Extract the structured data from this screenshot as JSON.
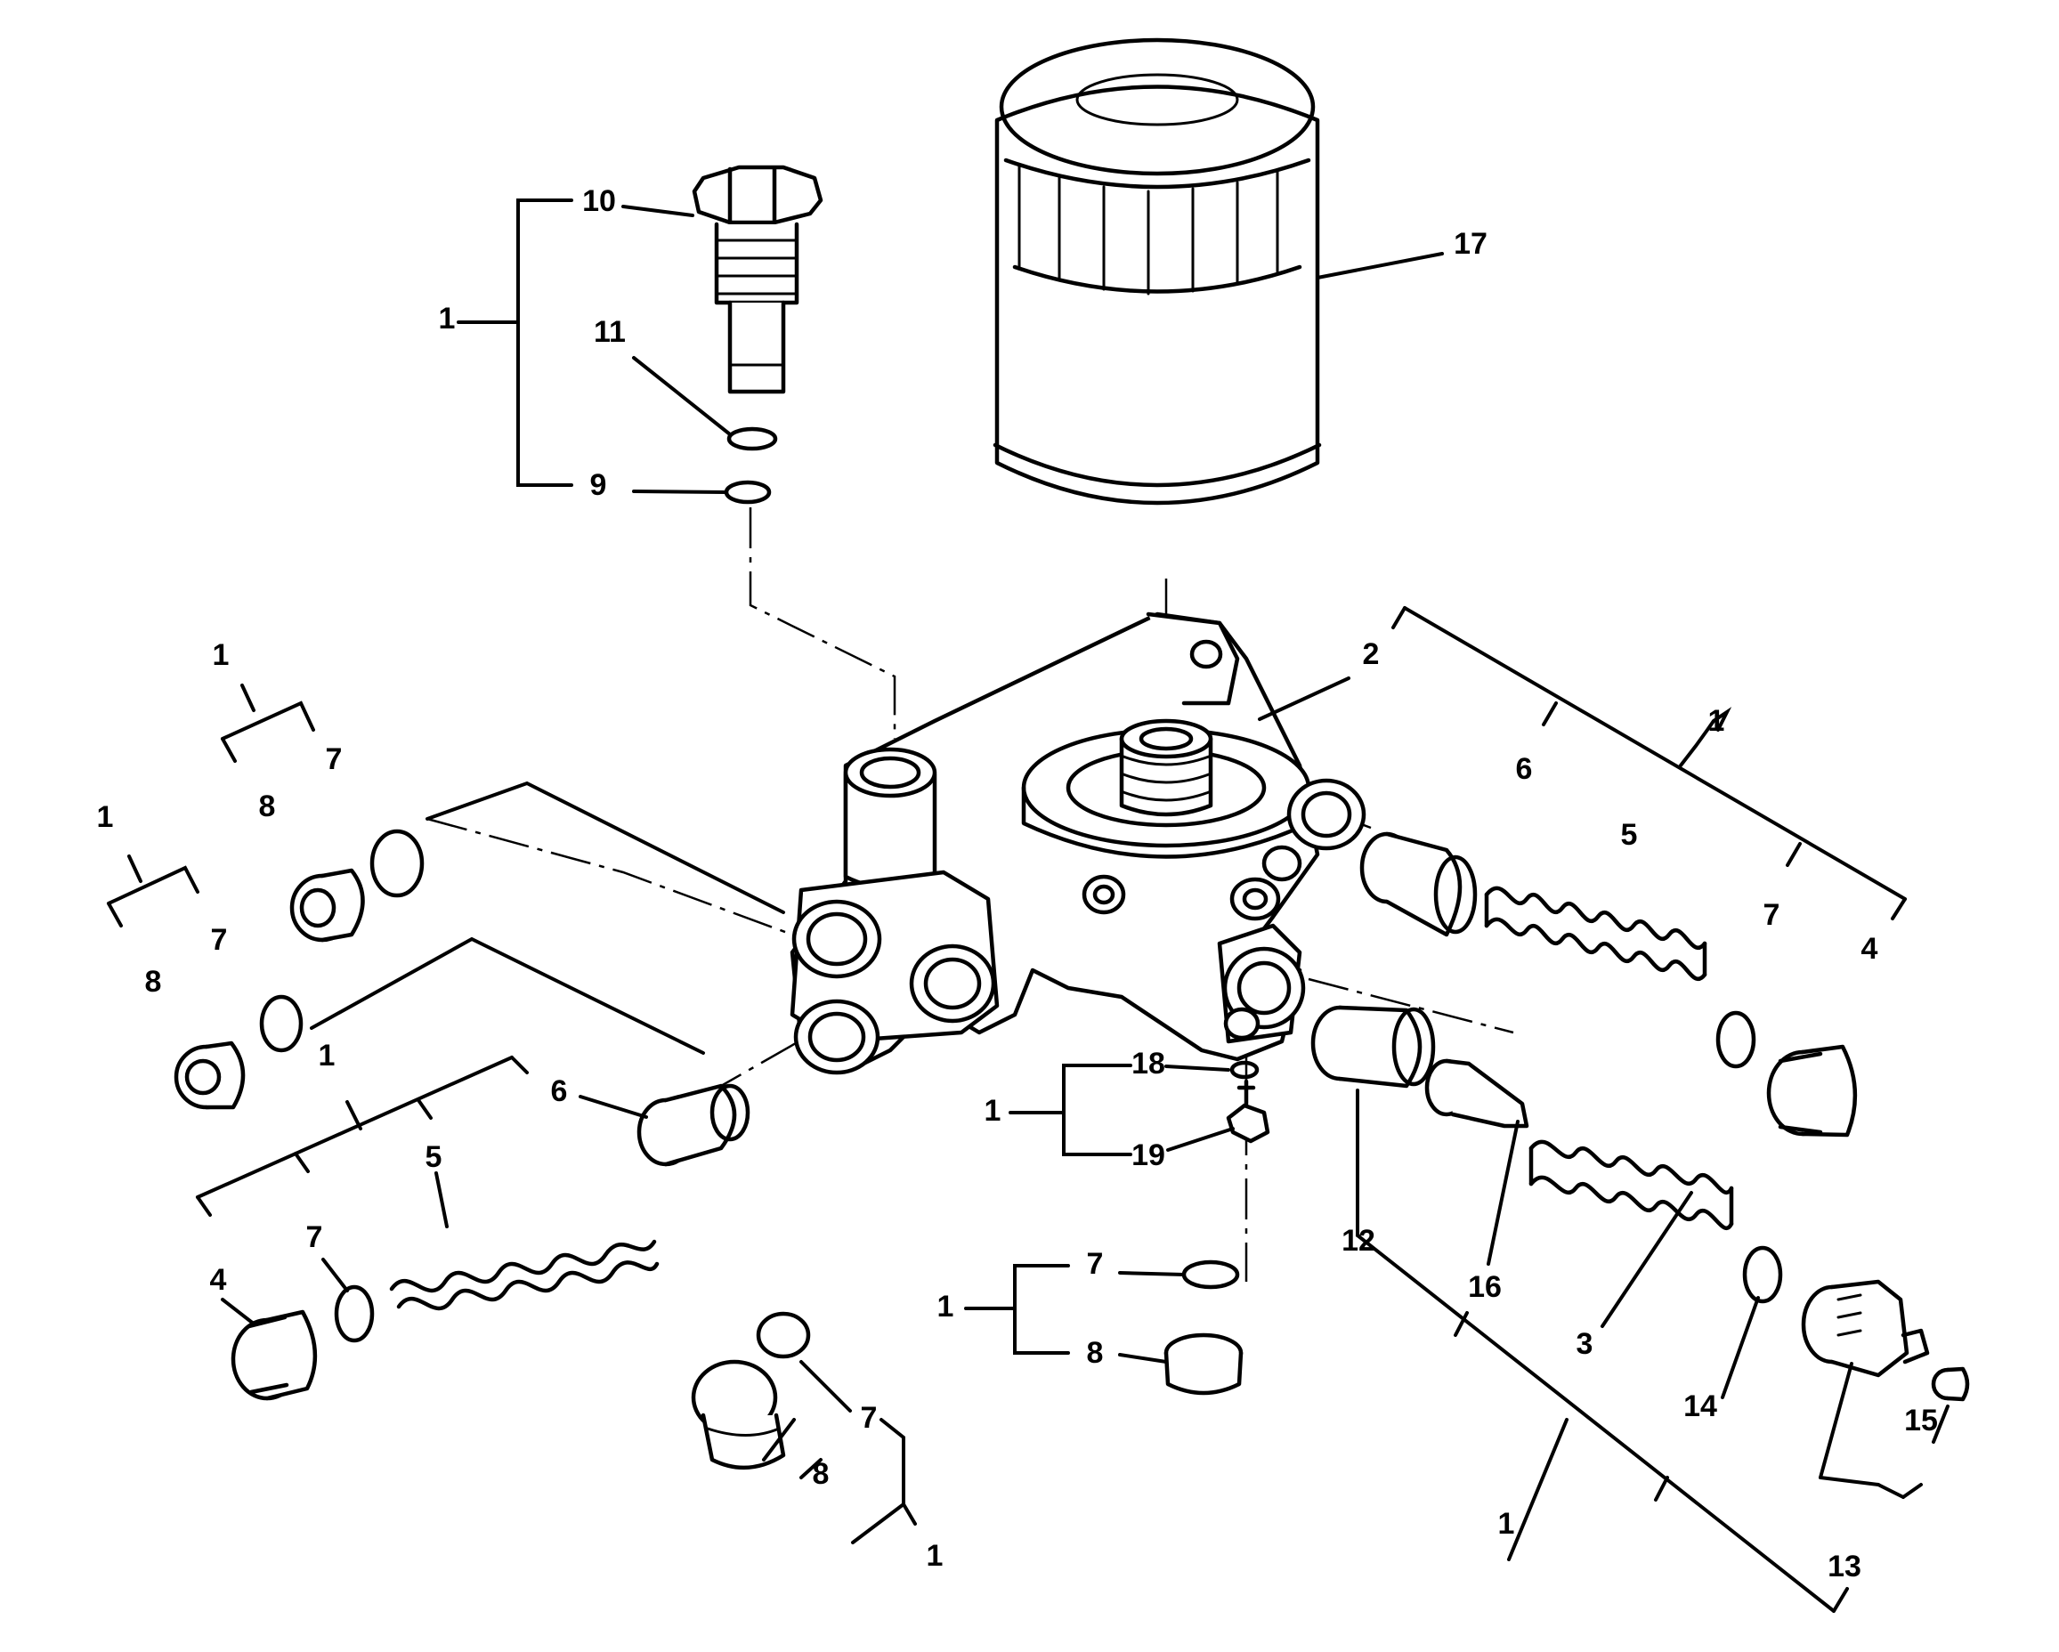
{
  "callouts": {
    "c1a": "1",
    "c1b": "1",
    "c1c": "1",
    "c1d": "1",
    "c1e": "1",
    "c1f": "1",
    "c1g": "1",
    "c1h": "1",
    "c1i": "1",
    "c2": "2",
    "c3": "3",
    "c4a": "4",
    "c4b": "4",
    "c5a": "5",
    "c5b": "5",
    "c6a": "6",
    "c6b": "6",
    "c7a": "7",
    "c7b": "7",
    "c7c": "7",
    "c7d": "7",
    "c7e": "7",
    "c7f": "7",
    "c8a": "8",
    "c8b": "8",
    "c8c": "8",
    "c8d": "8",
    "c9": "9",
    "c10": "10",
    "c11": "11",
    "c12": "12",
    "c13": "13",
    "c14": "14",
    "c15": "15",
    "c16": "16",
    "c17": "17",
    "c18": "18",
    "c19": "19"
  }
}
